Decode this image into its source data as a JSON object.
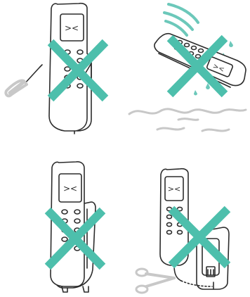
{
  "colors": {
    "cross": "#4dbfac",
    "water": "#6cc8ba",
    "ink": "#2c2c2c",
    "gray": "#c8c8c8",
    "background": "#ffffff"
  },
  "panels": [
    {
      "id": "no-disassembly",
      "icons": [
        "remote-icon",
        "screwdriver-icon",
        "cross-icon"
      ]
    },
    {
      "id": "no-water",
      "icons": [
        "remote-icon",
        "water-splash-icon",
        "water-waves-icon",
        "cross-icon"
      ]
    },
    {
      "id": "no-holder-forcing",
      "icons": [
        "remote-icon",
        "holder-icon",
        "cross-icon"
      ]
    },
    {
      "id": "no-cutting-cable",
      "icons": [
        "remote-icon",
        "wall-holder-icon",
        "scissors-icon",
        "cross-icon"
      ]
    }
  ]
}
